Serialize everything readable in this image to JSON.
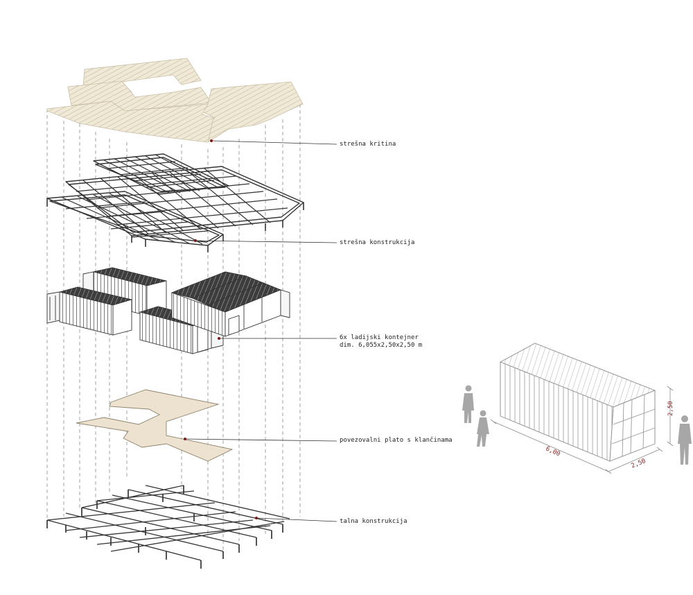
{
  "layers": [
    {
      "id": "roof_cover",
      "label": "strešna kritina"
    },
    {
      "id": "roof_structure",
      "label": "strešna konstrukcija"
    },
    {
      "id": "containers",
      "label": "6x ladijski kontejner",
      "sublabel": "dim. 6,055x2,50x2,50 m"
    },
    {
      "id": "platform",
      "label": "povezovalni plato s klančinama"
    },
    {
      "id": "floor_structure",
      "label": "talna konstrukcija"
    }
  ],
  "container_dimensions": {
    "length": "6,00",
    "width": "2,50",
    "height": "2,50"
  },
  "colors": {
    "roof_fill": "#eee6d4",
    "roof_stroke": "#c9bfa6",
    "platform_fill": "#ece2cf",
    "platform_stroke": "#8d826b",
    "leader_dot": "#7a1a1a",
    "dimension": "#8a1f1f",
    "person": "#a7a7a7",
    "steel": "#3a3a3a"
  }
}
